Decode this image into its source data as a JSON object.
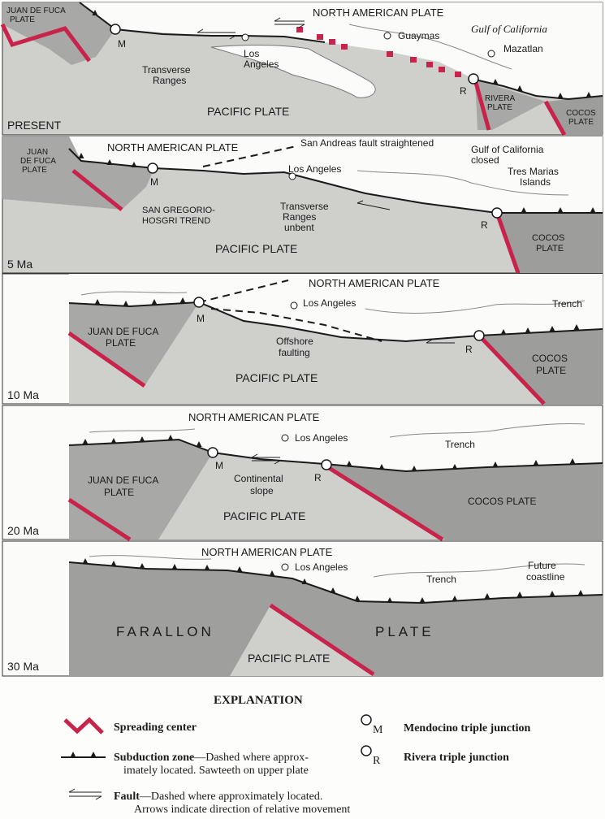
{
  "panels": {
    "present": {
      "age": "PRESENT",
      "juan_de_fuca": [
        "JUAN DE FUCA",
        "PLATE"
      ],
      "north_american": "NORTH AMERICAN PLATE",
      "pacific": "PACIFIC PLATE",
      "guaymas": "Guaymas",
      "gulf": "Gulf of California",
      "mazatlan": "Mazatlan",
      "los_angeles": [
        "Los",
        "Angeles"
      ],
      "transverse": [
        "Transverse",
        "Ranges"
      ],
      "rivera": [
        "RIVERA",
        "PLATE"
      ],
      "cocos": [
        "COCOS",
        "PLATE"
      ],
      "m": "M",
      "r": "R"
    },
    "ma5": {
      "age": "5 Ma",
      "juan_de_fuca": [
        "JUAN",
        "DE FUCA",
        "PLATE"
      ],
      "north_american": "NORTH AMERICAN PLATE",
      "san_andreas": "San Andreas fault straightened",
      "gulf": [
        "Gulf of California",
        "closed"
      ],
      "los_angeles": "Los Angeles",
      "tres_marias": [
        "Tres Marias",
        "Islands"
      ],
      "san_gregorio": [
        "SAN GREGORIO-",
        "HOSGRI TREND"
      ],
      "transverse": [
        "Transverse",
        "Ranges",
        "unbent"
      ],
      "pacific": "PACIFIC PLATE",
      "cocos": [
        "COCOS",
        "PLATE"
      ],
      "m": "M",
      "r": "R"
    },
    "ma10": {
      "age": "10 Ma",
      "north_american": "NORTH AMERICAN PLATE",
      "los_angeles": "Los Angeles",
      "trench": "Trench",
      "juan_de_fuca": [
        "JUAN DE FUCA",
        "PLATE"
      ],
      "offshore": [
        "Offshore",
        "faulting"
      ],
      "cocos": [
        "COCOS",
        "PLATE"
      ],
      "pacific": "PACIFIC PLATE",
      "m": "M",
      "r": "R"
    },
    "ma20": {
      "age": "20 Ma",
      "north_american": "NORTH AMERICAN PLATE",
      "los_angeles": "Los Angeles",
      "trench": "Trench",
      "juan_de_fuca": [
        "JUAN DE FUCA",
        "PLATE"
      ],
      "continental": [
        "Continental",
        "slope"
      ],
      "cocos": "COCOS PLATE",
      "pacific": "PACIFIC PLATE",
      "m": "M",
      "r": "R"
    },
    "ma30": {
      "age": "30 Ma",
      "north_american": "NORTH AMERICAN PLATE",
      "los_angeles": "Los Angeles",
      "future": [
        "Future",
        "coastline"
      ],
      "trench": "Trench",
      "farallon": "FARALLON",
      "plate": "PLATE",
      "pacific": "PACIFIC PLATE"
    }
  },
  "explanation": {
    "title": "EXPLANATION",
    "spreading": "Spreading center",
    "subduction_bold": "Subduction zone",
    "subduction_rest1": "—Dashed where approx-",
    "subduction_rest2": "imately located. Sawteeth on upper plate",
    "fault_bold": "Fault",
    "fault_rest1": "—Dashed where approximately located.",
    "fault_rest2": "Arrows indicate direction of relative movement",
    "m_symbol": "M",
    "r_symbol": "R",
    "mendocino": "Mendocino triple junction",
    "rivera": "Rivera triple junction"
  },
  "colors": {
    "ocean_plate": "#cfcfcc",
    "north_american": "#fbfbf9",
    "juan_de_fuca": "#a8a8a6",
    "cocos": "#9d9d9b",
    "farallon": "#9f9f9d",
    "spreading": "#c8234a",
    "line": "#1a1a1a"
  }
}
